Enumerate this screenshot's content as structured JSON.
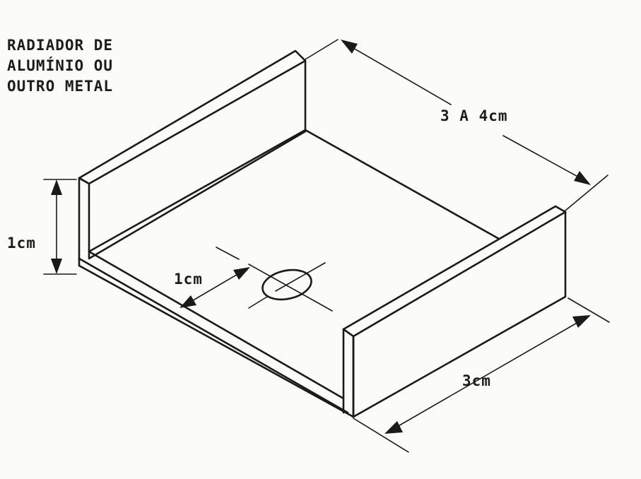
{
  "caption": {
    "lines": [
      "RADIADOR DE",
      "ALUMÍNIO OU",
      "OUTRO METAL"
    ]
  },
  "dimensions": {
    "length": "3 A 4cm",
    "height": "1cm",
    "hole_offset": "1cm",
    "width": "3cm"
  },
  "colors": {
    "ink": "#1a1a1a",
    "paper": "#fbfbf9"
  }
}
